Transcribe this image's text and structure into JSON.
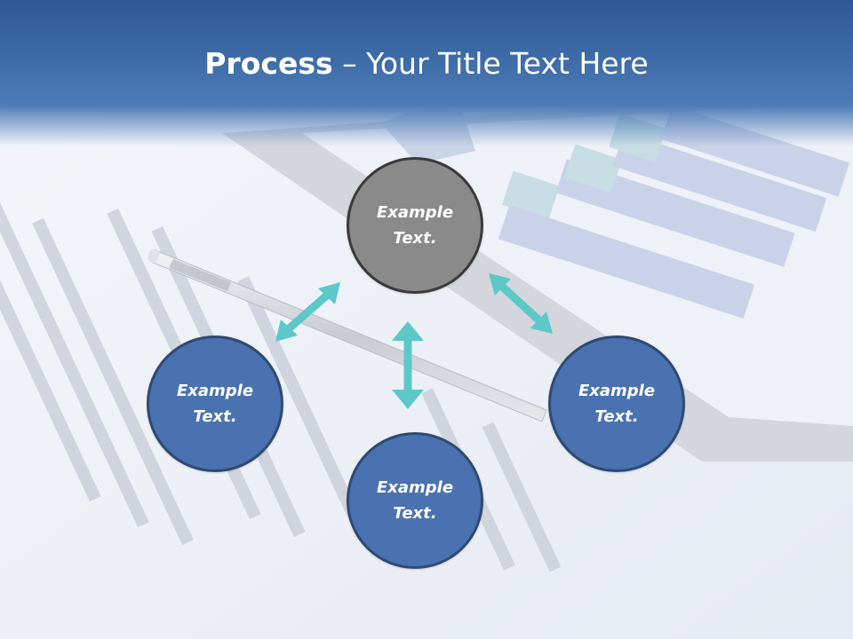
{
  "title": {
    "bold": "Process",
    "rest": " – Your Title Text Here"
  },
  "nodes": [
    {
      "line1": "Example",
      "line2": "Text."
    },
    {
      "line1": "Example",
      "line2": "Text."
    },
    {
      "line1": "Example",
      "line2": "Text."
    },
    {
      "line1": "Example",
      "line2": "Text."
    }
  ],
  "colors": {
    "header": "#3f6eaa",
    "node_blue": "#4a72b0",
    "node_grey": "#8a8a8a",
    "arrow": "#5cc8c8"
  }
}
